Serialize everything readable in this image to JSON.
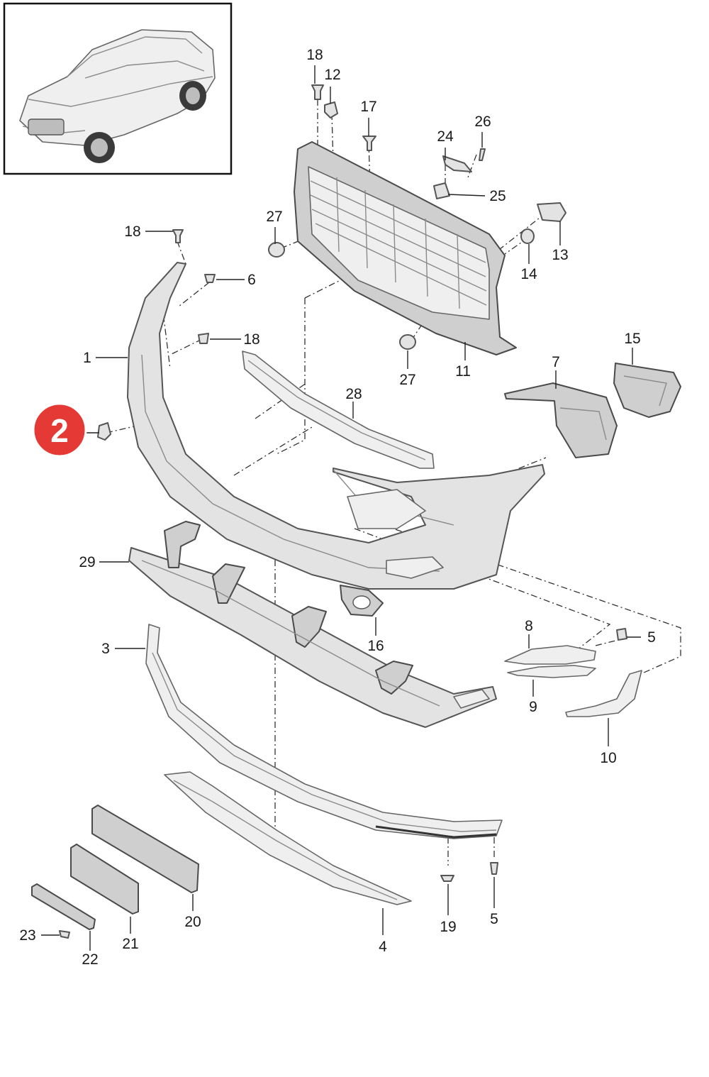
{
  "highlight": {
    "label": "2",
    "color": "#e53935"
  },
  "callouts": [
    "18",
    "12",
    "17",
    "26",
    "24",
    "25",
    "27",
    "13",
    "14",
    "18",
    "6",
    "18",
    "1",
    "15",
    "7",
    "27",
    "11",
    "28",
    "2",
    "29",
    "16",
    "8",
    "5",
    "3",
    "9",
    "10",
    "19",
    "5",
    "20",
    "21",
    "23",
    "22",
    "4"
  ],
  "icons": {
    "inset": "car-thumbnail-icon"
  }
}
